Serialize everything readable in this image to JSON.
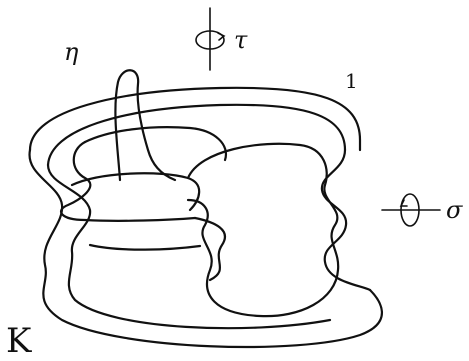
{
  "labels": {
    "knot": "K",
    "eta": "η",
    "tau": "τ",
    "sigma": "σ",
    "framing": "1"
  },
  "colors": {
    "ink": "#111111",
    "background": "#ffffff"
  },
  "icons": {
    "tau_axis": "rotation-arrow-icon",
    "sigma_axis": "rotation-arrow-icon"
  }
}
